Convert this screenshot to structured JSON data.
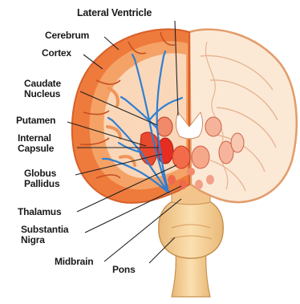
{
  "labels": {
    "lateral_ventricle": "Lateral Ventricle",
    "cerebrum": "Cerebrum",
    "cortex": "Cortex",
    "caudate_nucleus": [
      "Caudate",
      "Nucleus"
    ],
    "putamen": "Putamen",
    "internal_capsule": [
      "Internal",
      "Capsule"
    ],
    "globus_pallidus": [
      "Globus",
      "Pallidus"
    ],
    "thalamus": "Thalamus",
    "substantia_nigra": [
      "Substantia",
      "Nigra"
    ],
    "midbrain": "Midbrain",
    "pons": "Pons"
  },
  "colors": {
    "cortex_outer": "#ee7a3c",
    "cortex_band": "#f5a266",
    "white_matter_left": "#fad7b8",
    "white_matter_right": "#fbe9d6",
    "basal_ganglia": "#e62d22",
    "tracts": "#2f7fd2",
    "brainstem": "#f8d39a",
    "leader_line": "#222222"
  }
}
